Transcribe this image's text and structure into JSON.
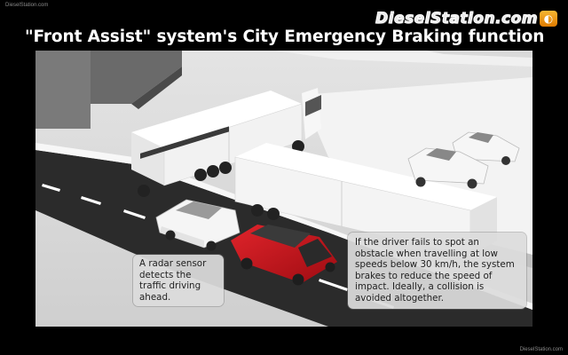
{
  "watermark_top": "DieselStation.com",
  "watermark_bottom": "DieselStation.com",
  "logo_text": "DieselStation.com",
  "title": "\"Front Assist\" system's City Emergency Braking function",
  "callouts": {
    "radar": "A radar sensor detects the traffic driving ahead.",
    "braking": "If the driver fails to spot an obstacle when travelling at low speeds below 30 km/h, the system brakes to reduce the speed of impact. Ideally, a collision is avoided altogether."
  },
  "colors": {
    "background": "#000000",
    "road": "#2b2b2b",
    "red_car": "#c8141c",
    "white_vehicle": "#f2f2f2",
    "callout_bg": "#dcdcdc"
  }
}
